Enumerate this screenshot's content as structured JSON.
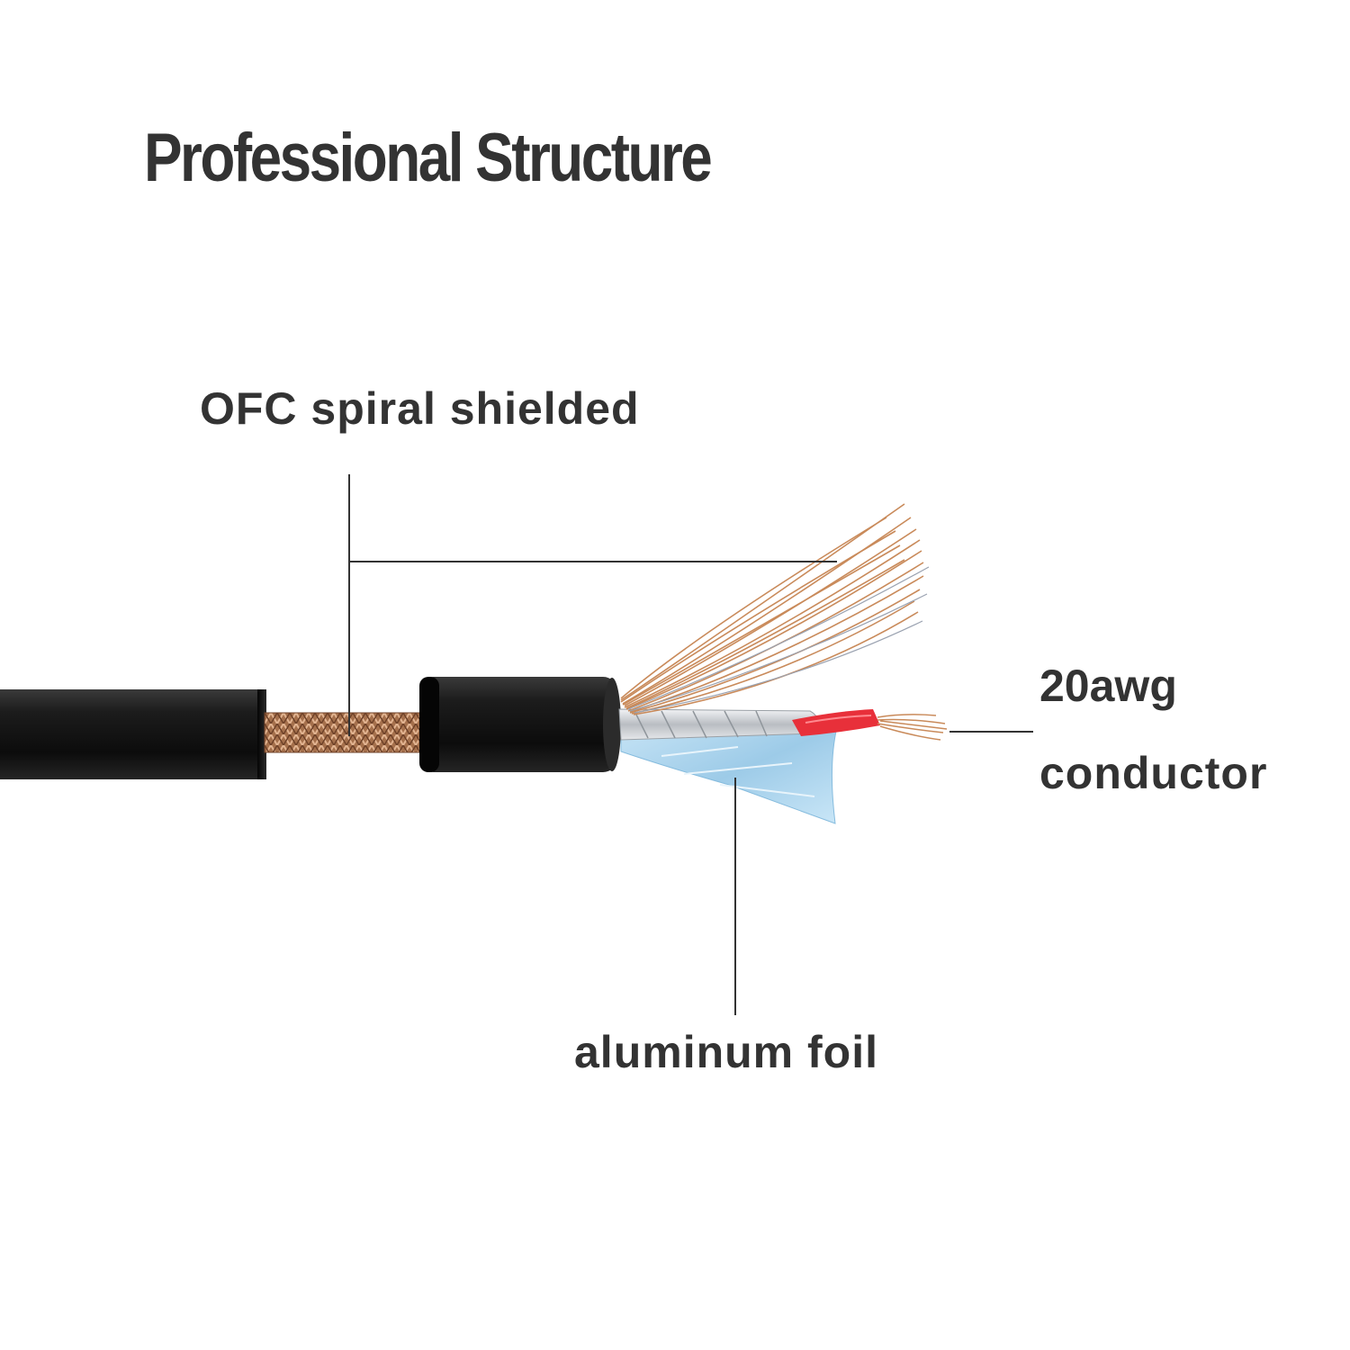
{
  "title": "Professional Structure",
  "callouts": {
    "shield": "OFC spiral shielded",
    "conductor_line1": "20awg",
    "conductor_line2": "conductor",
    "foil": "aluminum foil"
  },
  "colors": {
    "jacket": "#111111",
    "braid": "#b07a55",
    "copper_strands": "#c98a5a",
    "foil": "#a9d2ec",
    "silver_foil": "#c9cdd2",
    "red_insulation": "#e8303a",
    "text": "#333333",
    "leader_line": "#333333"
  }
}
